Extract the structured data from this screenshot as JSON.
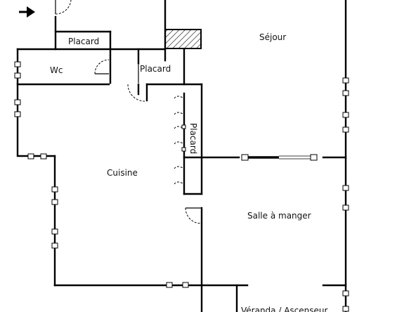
{
  "rooms": {
    "sejour": "Séjour",
    "placard_top": "Placard",
    "wc": "Wc",
    "placard_mid": "Placard",
    "cuisine": "Cuisine",
    "placard_vertical": "Placard",
    "salle_a_manger": "Salle à manger",
    "veranda": "Véranda / Ascenseur"
  },
  "icons": {
    "entry": "entry-arrow-icon",
    "chimney": "hatched-chimney-icon"
  }
}
